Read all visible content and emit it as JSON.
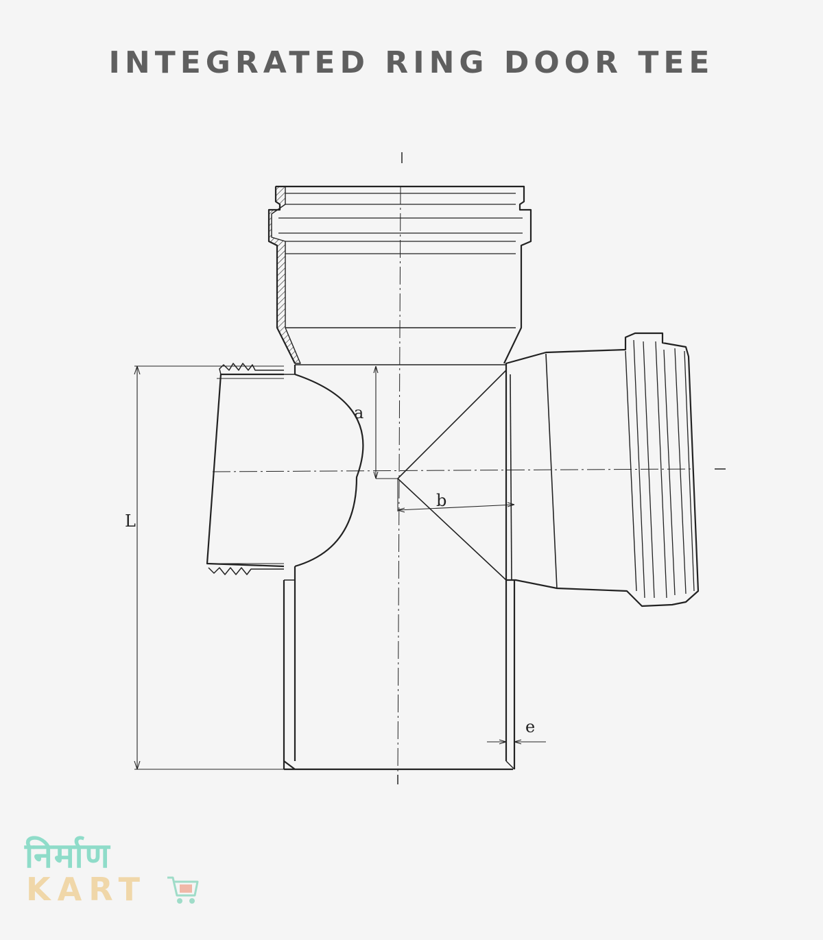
{
  "title": "INTEGRATED RING DOOR TEE",
  "dimensions": {
    "a": "a",
    "b": "b",
    "e": "e",
    "L": "L"
  },
  "logo": {
    "script_text": "निर्माण",
    "word": "KART",
    "icon": "shopping-cart-icon",
    "colors": {
      "script": "#8fdcc9",
      "word": "#f0d7a9"
    }
  },
  "colors": {
    "lines": "#222222",
    "title": "#5f5f5f",
    "background": "#f5f5f5"
  }
}
